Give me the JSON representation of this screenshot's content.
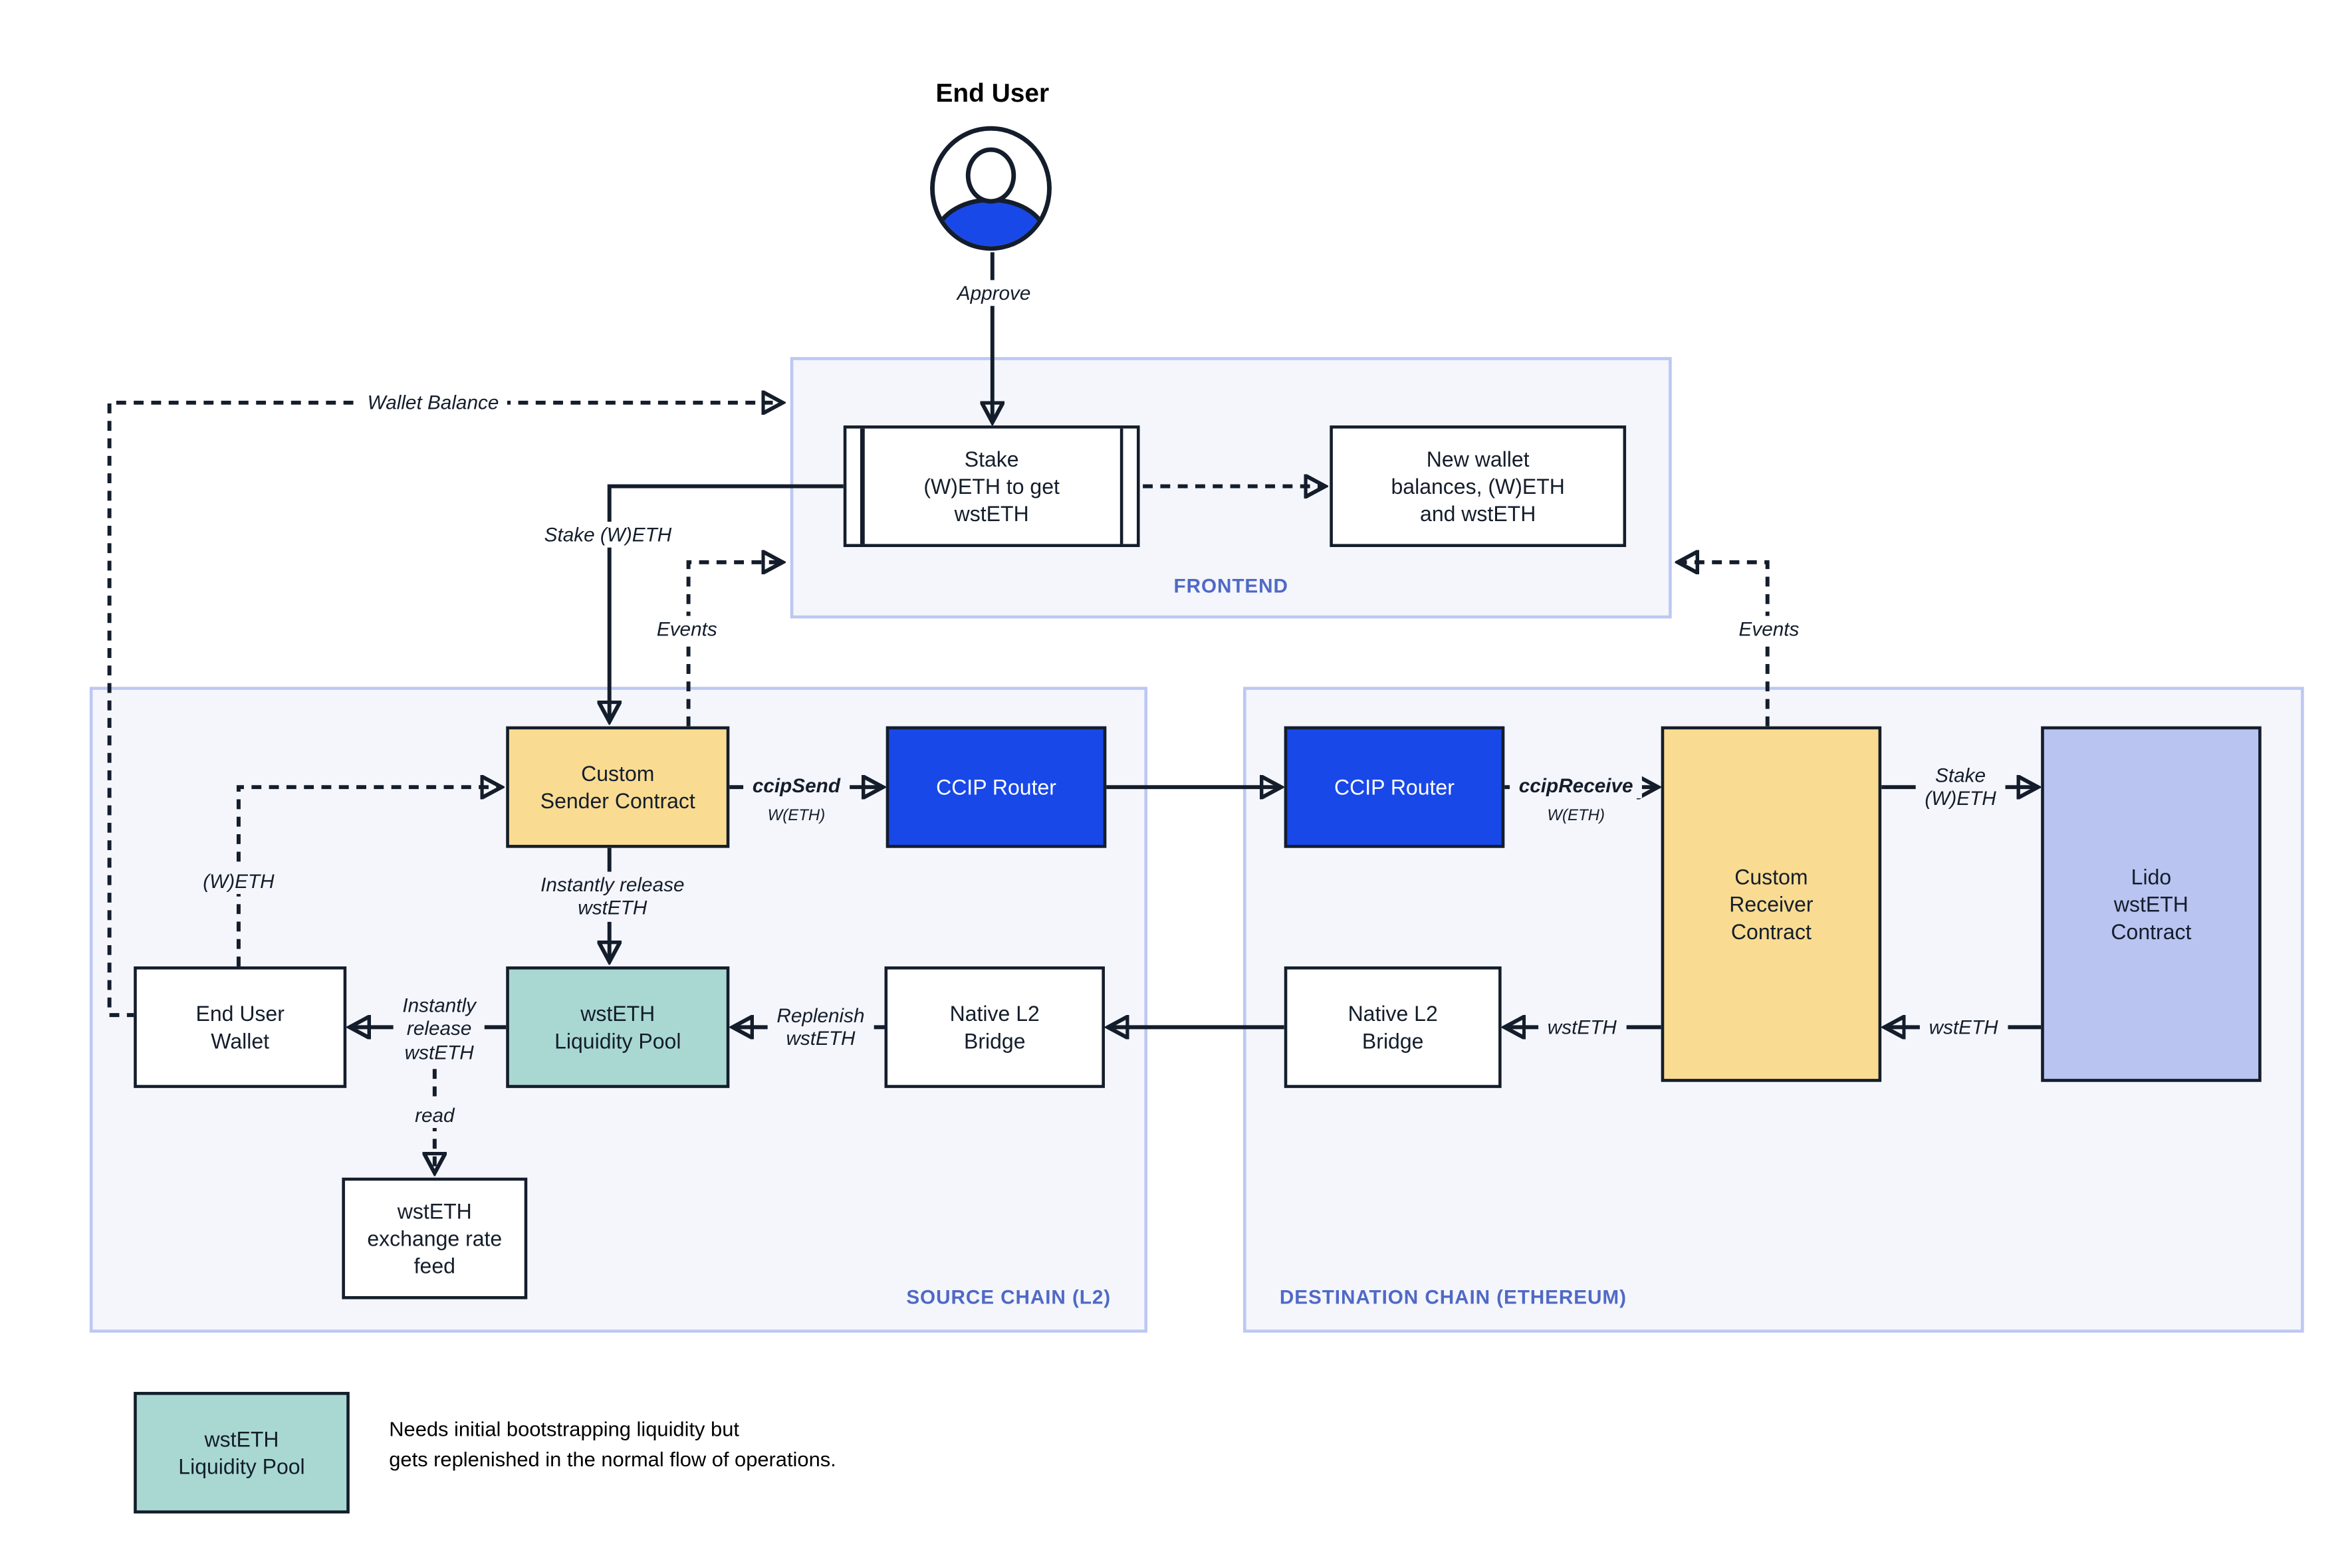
{
  "title": {
    "end_user": "End User"
  },
  "colors": {
    "node_yellow": "#F9DC91",
    "node_blue": "#1848E8",
    "node_teal": "#A9D8D2",
    "node_lavender": "#B9C4F1",
    "panel_fill": "#F4F6FB",
    "panel_border": "#BCC8F2",
    "line_dark": "#141D2B",
    "zone_label_blue": "#5069C6"
  },
  "containers": {
    "frontend": {
      "label": "FRONTEND"
    },
    "source": {
      "label": "SOURCE CHAIN (L2)"
    },
    "destination": {
      "label": "DESTINATION CHAIN (ETHEREUM)"
    }
  },
  "nodes": {
    "stake_box": {
      "label": "Stake\n(W)ETH to get\nwstETH"
    },
    "new_wallet": {
      "label": "New wallet\nbalances, (W)ETH\nand wstETH"
    },
    "custom_sender": {
      "label": "Custom\nSender Contract"
    },
    "ccip_router_src": {
      "label": "CCIP Router"
    },
    "ccip_router_dst": {
      "label": "CCIP Router"
    },
    "custom_receiver": {
      "label": "Custom\nReceiver\nContract"
    },
    "lido": {
      "label": "Lido\nwstETH\nContract"
    },
    "end_user_wallet": {
      "label": "End User\nWallet"
    },
    "liquidity_pool": {
      "label": "wstETH\nLiquidity Pool"
    },
    "native_bridge_src": {
      "label": "Native L2\nBridge"
    },
    "native_bridge_dst": {
      "label": "Native L2\nBridge"
    },
    "rate_feed": {
      "label": "wstETH\nexchange rate\nfeed"
    }
  },
  "edges": {
    "approve": "Approve",
    "wallet_balance": "Wallet Balance",
    "stake_weth_left": "Stake (W)ETH",
    "events_left": "Events",
    "events_right": "Events",
    "ccip_send": "ccipSend",
    "ccip_send_sub": "W(ETH)",
    "ccip_receive": "ccipReceive",
    "ccip_receive_sub": "W(ETH)",
    "stake_weth_right": "Stake\n(W)ETH",
    "wsteth_lido_to_receiver": "wstETH",
    "wsteth_receiver_to_bridge": "wstETH",
    "instant_release_vertical": "Instantly release\nwstETH",
    "instant_release_horizontal": "Instantly\nrelease\nwstETH",
    "replenish": "Replenish\nwstETH",
    "weth_dashed": "(W)ETH",
    "read": "read"
  },
  "legend": {
    "swatch_label": "wstETH\nLiquidity Pool",
    "text": "Needs initial bootstrapping liquidity but\ngets replenished in the normal flow of operations."
  }
}
